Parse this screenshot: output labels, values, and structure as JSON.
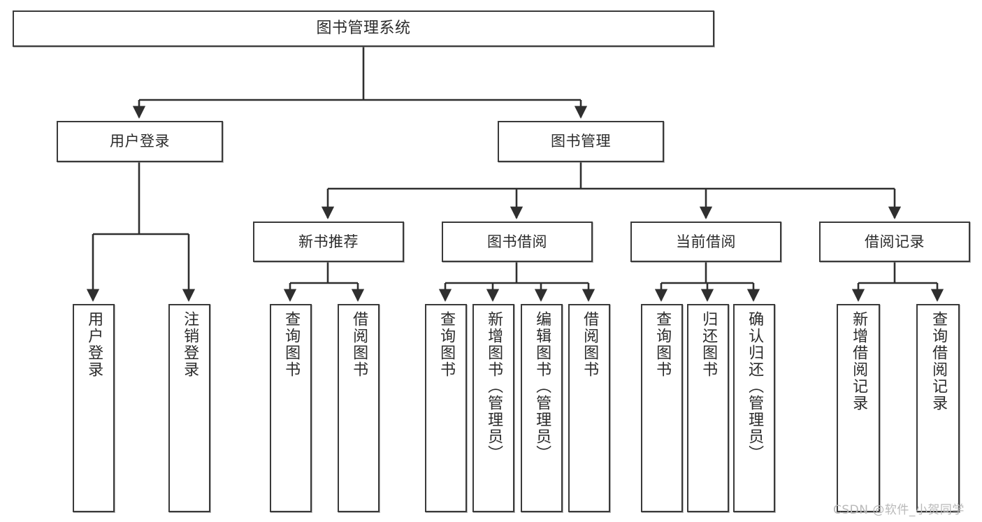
{
  "diagram": {
    "title": "图书管理系统",
    "type": "tree",
    "watermark": "CSDN @软件_小贺同学",
    "colors": {
      "box_border": "#3a3a3a",
      "box_fill": "#ffffff",
      "connector": "#2f2f2f",
      "text": "#2b2b2b",
      "watermark": "#b9b9b9"
    },
    "levels": {
      "level1": [
        "图书管理系统"
      ],
      "level2": [
        "用户登录",
        "图书管理"
      ],
      "level3": [
        "新书推荐",
        "图书借阅",
        "当前借阅",
        "借阅记录"
      ],
      "level4": [
        "用户登录",
        "注销登录",
        "查询图书",
        "借阅图书",
        "查询图书",
        "新增图书（管理员）",
        "编辑图书（管理员）",
        "借阅图书",
        "查询图书",
        "归还图书",
        "确认归还（管理员）",
        "新增借阅记录",
        "查询借阅记录"
      ]
    }
  },
  "nodes": {
    "root": {
      "label": "图书管理系统"
    },
    "user_login": {
      "label": "用户登录"
    },
    "book_manage": {
      "label": "图书管理"
    },
    "new_book_rec": {
      "label": "新书推荐"
    },
    "book_borrow": {
      "label": "图书借阅"
    },
    "current_borrow": {
      "label": "当前借阅"
    },
    "borrow_record": {
      "label": "借阅记录"
    },
    "leaf_user_login": {
      "label": "用户登录"
    },
    "leaf_user_logout": {
      "label": "注销登录"
    },
    "leaf_rec_query": {
      "label": "查询图书"
    },
    "leaf_rec_borrow": {
      "label": "借阅图书"
    },
    "leaf_borrow_query": {
      "label": "查询图书"
    },
    "leaf_borrow_add": {
      "label": "新增图书（管理员）"
    },
    "leaf_borrow_edit": {
      "label": "编辑图书（管理员）"
    },
    "leaf_borrow_do": {
      "label": "借阅图书"
    },
    "leaf_current_query": {
      "label": "查询图书"
    },
    "leaf_current_return": {
      "label": "归还图书"
    },
    "leaf_current_confirm": {
      "label": "确认归还（管理员）"
    },
    "leaf_record_add": {
      "label": "新增借阅记录"
    },
    "leaf_record_query": {
      "label": "查询借阅记录"
    }
  }
}
